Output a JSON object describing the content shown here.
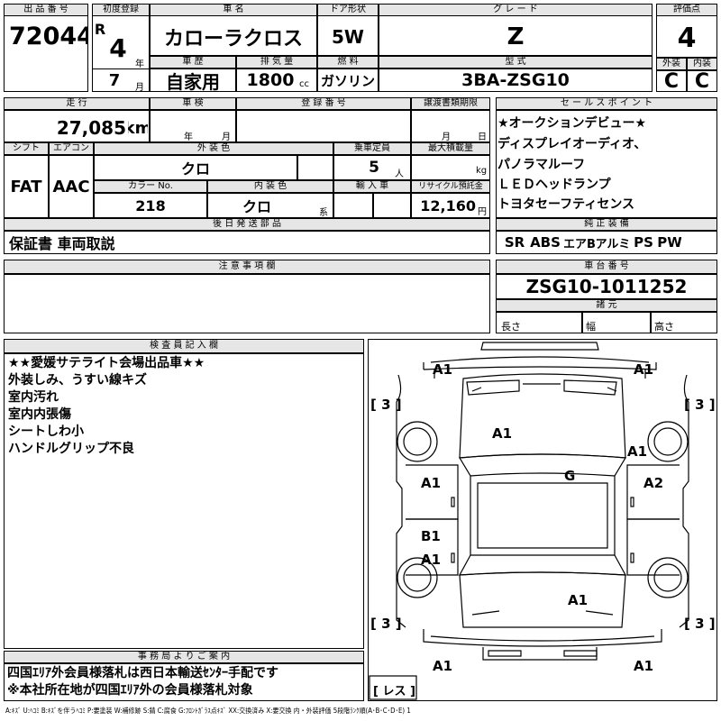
{
  "header": {
    "lot_label": "出 品 番 号",
    "lot_value": "72044",
    "reg_label": "初度登録",
    "era": "R",
    "reg_year": "4",
    "year_unit": "年",
    "reg_month": "7",
    "month_unit": "月",
    "car_name_label": "車 名",
    "car_name": "カローラクロス",
    "history_label": "車 歴",
    "history": "自家用",
    "displacement_label": "排 気 量",
    "displacement": "1800",
    "displacement_unit": "cc",
    "door_label": "ドア形状",
    "door": "5W",
    "fuel_label": "燃 料",
    "fuel": "ガソリン",
    "grade_label": "グ レ ー ド",
    "grade": "Z",
    "model_label": "型 式",
    "model": "3BA-ZSG10",
    "score_label": "評価点",
    "score": "4",
    "exterior_label": "外装",
    "exterior": "C",
    "interior_label": "内装",
    "interior": "C"
  },
  "specs": {
    "mileage_label": "走 行",
    "mileage": "27,085",
    "mileage_unit": "km",
    "inspection_label": "車 検",
    "inspection_year_unit": "年",
    "inspection_month_unit": "月",
    "plate_label": "登 録 番 号",
    "transfer_label": "譲渡書類期限",
    "transfer_month_unit": "月",
    "transfer_day_unit": "日",
    "shift_label": "シフト",
    "shift": "FAT",
    "ac_label": "エアコン",
    "ac": "AAC",
    "ext_color_label": "外 装 色",
    "ext_color": "クロ",
    "capacity_label": "乗車定員",
    "capacity": "5",
    "capacity_unit": "人",
    "load_label": "最大積載量",
    "load_unit": "kg",
    "color_no_label": "カラー No.",
    "color_no": "218",
    "int_color_label": "内 装 色",
    "int_color": "クロ",
    "int_color_suffix": "系",
    "import_label": "輸 入 車",
    "recycle_label": "リサイクル預託金",
    "recycle": "12,160",
    "recycle_unit": "円"
  },
  "sales_points": {
    "label": "セ ー ル ス ポ イ ン ト",
    "items": [
      "★オークションデビュー★",
      "ディスプレイオーディオ、",
      "パノラマルーフ",
      "ＬＥＤヘッドランプ",
      "トヨタセーフティセンス"
    ]
  },
  "equipment": {
    "label": "純 正 装 備",
    "items": [
      "SR",
      "ABS",
      "エアB",
      "アルミ",
      "PS",
      "PW"
    ]
  },
  "later_parts": {
    "label": "後 日 発 送 部 品",
    "value": "保証書 車両取説"
  },
  "caution": {
    "label": "注 意 事 項 欄",
    "value": ""
  },
  "chassis": {
    "label": "車 台 番 号",
    "value": "ZSG10-1011252",
    "dims_label": "諸 元",
    "length_label": "長さ",
    "width_label": "幅",
    "height_label": "高さ"
  },
  "inspector": {
    "label": "検 査 員 記 入 欄",
    "lines": [
      "★★愛媛サテライト会場出品車★★",
      "外装しみ、うすい線キズ",
      "室内汚れ",
      "室内内張傷",
      "シートしわ小",
      "ハンドルグリップ不良"
    ]
  },
  "office": {
    "label": "事 務 局 よ り ご 案 内",
    "lines": [
      "四国ｴﾘｱ外会員様落札は西日本輸送ｾﾝﾀｰ手配です",
      "※本社所在地が四国ｴﾘｱ外の会員様落札対象"
    ]
  },
  "diagram": {
    "tires": [
      "[ 3 ]",
      "[ 3 ]",
      "[ 3 ]",
      "[ 3 ]"
    ],
    "spare": "[ レス ]",
    "marks": {
      "front_left": "A1",
      "front_right": "A1",
      "hood": "A1",
      "fender_right": "A1",
      "roof": "G",
      "front_door_left": "A1",
      "front_door_right": "A2",
      "rear_door_left_b": "B1",
      "rear_door_left_a": "A1",
      "trunk": "A1",
      "rear_left": "A1",
      "rear_right": "A1"
    }
  },
  "legend": "A:ｷｽﾞ U:ﾍｺﾐ B:ｷｽﾞを伴うﾍｺﾐ P:要塗装 W:補修跡 S:錆 C:腐食 G:ﾌﾛﾝﾄｶﾞﾗｽ点ｷｽﾞ XX:交換済み X:要交換 内・外装評価 5段階ﾗﾝｸ順(A･B･C･D･E) 1"
}
